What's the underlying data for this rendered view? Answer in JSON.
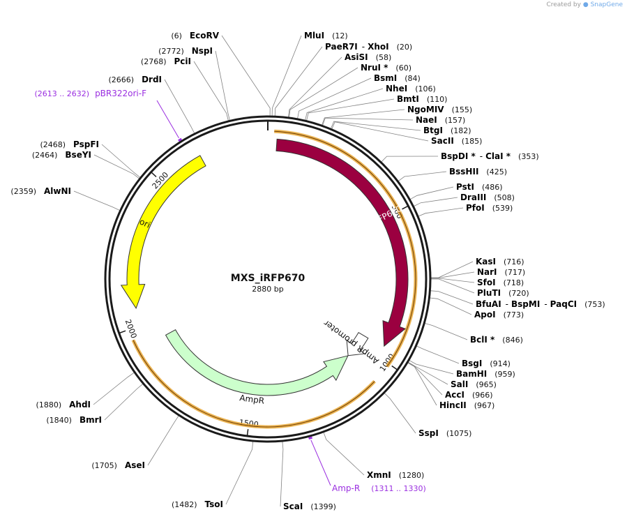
{
  "credit": {
    "prefix": "Created by",
    "brand": "SnapGene"
  },
  "plasmid": {
    "name": "MXS_iRFP670",
    "length_label": "2880 bp",
    "length": 2880
  },
  "colors": {
    "backbone": "#1a1a1a",
    "ori_fill": "#ffff00",
    "irfp_fill": "#9b0040",
    "ampr_fill": "#ccffcc",
    "promoter_fill": "#ffffff",
    "orf_stroke": "#e8a735",
    "primer": "#9a2ee0",
    "label_text": "#000000",
    "position_text": "#111111",
    "leader_line": "#808080"
  },
  "ticks": [
    {
      "bp": 500,
      "label": "500"
    },
    {
      "bp": 1000,
      "label": "1000"
    },
    {
      "bp": 1500,
      "label": "1500"
    },
    {
      "bp": 2000,
      "label": "2000"
    },
    {
      "bp": 2500,
      "label": "2500"
    }
  ],
  "features": [
    {
      "name": "iRFP670",
      "start": 30,
      "end": 960,
      "direction": "forward",
      "label": "iRFP670"
    },
    {
      "name": "AmpR promoter",
      "start": 964,
      "end": 1069,
      "direction": "forward",
      "label": "AmpR promoter"
    },
    {
      "name": "AmpR",
      "start": 1070,
      "end": 1930,
      "direction": "reverse",
      "label": "AmpR"
    },
    {
      "name": "ori",
      "start": 2060,
      "end": 2650,
      "direction": "reverse",
      "label": "ori"
    }
  ],
  "orfs": [
    {
      "start": 20,
      "end": 1010
    },
    {
      "start": 1070,
      "end": 1965
    }
  ],
  "primers": [
    {
      "name": "pBR322ori-F",
      "position_label": "(2613 .. 2632)",
      "bp": 2622
    },
    {
      "name": "Amp-R",
      "position_label": "(1311 .. 1330)",
      "bp": 1320
    }
  ],
  "sites": [
    {
      "enzymes": [
        "EcoRV"
      ],
      "position_label": "(6)",
      "bp": 6
    },
    {
      "enzymes": [
        "MluI"
      ],
      "position_label": "(12)",
      "bp": 12
    },
    {
      "enzymes": [
        "PaeR7I",
        "XhoI"
      ],
      "position_label": "(20)",
      "bp": 20
    },
    {
      "enzymes": [
        "AsiSI"
      ],
      "position_label": "(58)",
      "bp": 58
    },
    {
      "enzymes": [
        "NruI *"
      ],
      "position_label": "(60)",
      "bp": 60
    },
    {
      "enzymes": [
        "BsmI"
      ],
      "position_label": "(84)",
      "bp": 84
    },
    {
      "enzymes": [
        "NheI"
      ],
      "position_label": "(106)",
      "bp": 106
    },
    {
      "enzymes": [
        "BmtI"
      ],
      "position_label": "(110)",
      "bp": 110
    },
    {
      "enzymes": [
        "NgoMIV"
      ],
      "position_label": "(155)",
      "bp": 155
    },
    {
      "enzymes": [
        "NaeI"
      ],
      "position_label": "(157)",
      "bp": 157
    },
    {
      "enzymes": [
        "BtgI"
      ],
      "position_label": "(182)",
      "bp": 182
    },
    {
      "enzymes": [
        "SacII"
      ],
      "position_label": "(185)",
      "bp": 185
    },
    {
      "enzymes": [
        "BspDI *",
        "ClaI *"
      ],
      "position_label": "(353)",
      "bp": 353
    },
    {
      "enzymes": [
        "BssHII"
      ],
      "position_label": "(425)",
      "bp": 425
    },
    {
      "enzymes": [
        "PstI"
      ],
      "position_label": "(486)",
      "bp": 486
    },
    {
      "enzymes": [
        "DraIII"
      ],
      "position_label": "(508)",
      "bp": 508
    },
    {
      "enzymes": [
        "PfoI"
      ],
      "position_label": "(539)",
      "bp": 539
    },
    {
      "enzymes": [
        "KasI"
      ],
      "position_label": "(716)",
      "bp": 716
    },
    {
      "enzymes": [
        "NarI"
      ],
      "position_label": "(717)",
      "bp": 717
    },
    {
      "enzymes": [
        "SfoI"
      ],
      "position_label": "(718)",
      "bp": 718
    },
    {
      "enzymes": [
        "PluTI"
      ],
      "position_label": "(720)",
      "bp": 720
    },
    {
      "enzymes": [
        "BfuAI",
        "BspMI",
        "PaqCI"
      ],
      "position_label": "(753)",
      "bp": 753
    },
    {
      "enzymes": [
        "ApoI"
      ],
      "position_label": "(773)",
      "bp": 773
    },
    {
      "enzymes": [
        "BclI *"
      ],
      "position_label": "(846)",
      "bp": 846
    },
    {
      "enzymes": [
        "BsgI"
      ],
      "position_label": "(914)",
      "bp": 914
    },
    {
      "enzymes": [
        "BamHI"
      ],
      "position_label": "(959)",
      "bp": 959
    },
    {
      "enzymes": [
        "SalI"
      ],
      "position_label": "(965)",
      "bp": 965
    },
    {
      "enzymes": [
        "AccI"
      ],
      "position_label": "(966)",
      "bp": 966
    },
    {
      "enzymes": [
        "HincII"
      ],
      "position_label": "(967)",
      "bp": 967
    },
    {
      "enzymes": [
        "SspI"
      ],
      "position_label": "(1075)",
      "bp": 1075
    },
    {
      "enzymes": [
        "XmnI"
      ],
      "position_label": "(1280)",
      "bp": 1280
    },
    {
      "enzymes": [
        "ScaI"
      ],
      "position_label": "(1399)",
      "bp": 1399
    },
    {
      "enzymes": [
        "TsoI"
      ],
      "position_label": "(1482)",
      "bp": 1482
    },
    {
      "enzymes": [
        "AseI"
      ],
      "position_label": "(1705)",
      "bp": 1705
    },
    {
      "enzymes": [
        "BmrI"
      ],
      "position_label": "(1840)",
      "bp": 1840
    },
    {
      "enzymes": [
        "AhdI"
      ],
      "position_label": "(1880)",
      "bp": 1880
    },
    {
      "enzymes": [
        "AlwNI"
      ],
      "position_label": "(2359)",
      "bp": 2359
    },
    {
      "enzymes": [
        "BseYI"
      ],
      "position_label": "(2464)",
      "bp": 2464
    },
    {
      "enzymes": [
        "PspFI"
      ],
      "position_label": "(2468)",
      "bp": 2468
    },
    {
      "enzymes": [
        "DrdI"
      ],
      "position_label": "(2666)",
      "bp": 2666
    },
    {
      "enzymes": [
        "PciI"
      ],
      "position_label": "(2768)",
      "bp": 2768
    },
    {
      "enzymes": [
        "NspI"
      ],
      "position_label": "(2772)",
      "bp": 2772
    }
  ]
}
